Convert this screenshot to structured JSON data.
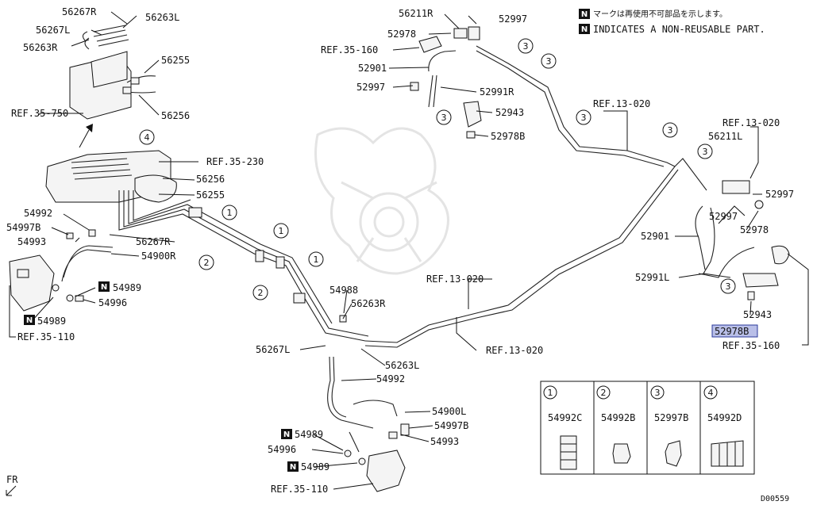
{
  "notes": {
    "jp": "マークは再使用不可部品を示します。",
    "en": "INDICATES A NON-REUSABLE PART.",
    "mark": "N"
  },
  "labels": {
    "p56267R_top": "56267R",
    "p56263L_top": "56263L",
    "p56267L_top": "56267L",
    "p56263R_top": "56263R",
    "p56255_top": "56255",
    "p56256_top": "56256",
    "ref35750": "REF.35-750",
    "ref35230": "REF.35-230",
    "p56256_mid": "56256",
    "p56255_mid": "56255",
    "p54992_l": "54992",
    "p54997B_l": "54997B",
    "p54993_l": "54993",
    "p56267R_mid": "56267R",
    "p54900R": "54900R",
    "p54989_l1": "54989",
    "p54996_l": "54996",
    "p54989_l2": "54989",
    "ref35110_l": "REF.35-110",
    "p56211R": "56211R",
    "p52997_t": "52997",
    "p52978_t": "52978",
    "ref35160_t": "REF.35-160",
    "p52901_t": "52901",
    "p52997_t2": "52997",
    "p52991R": "52991R",
    "p52943_t": "52943",
    "p52978B_t": "52978B",
    "ref13020_a": "REF.13-020",
    "ref13020_b": "REF.13-020",
    "p56211L": "56211L",
    "p52997_r": "52997",
    "p52997_r2": "52997",
    "p52978_r": "52978",
    "p52901_r": "52901",
    "p52991L": "52991L",
    "p52943_r": "52943",
    "p52978B_r": "52978B",
    "ref35160_r": "REF.35-160",
    "ref13020_c": "REF.13-020",
    "ref13020_d": "REF.13-020",
    "p54988": "54988",
    "p56263R_c": "56263R",
    "p56267L_c": "56267L",
    "p56263L_c": "56263L",
    "p54992_c": "54992",
    "p54900L": "54900L",
    "p54997B_c": "54997B",
    "p54989_c1": "54989",
    "p54993_c": "54993",
    "p54996_c": "54996",
    "p54989_c2": "54989",
    "ref35110_c": "REF.35-110",
    "fr": "FR",
    "code": "D00559"
  },
  "callouts": {
    "c1": "1",
    "c2": "2",
    "c3": "3",
    "c4": "4"
  },
  "legend": [
    {
      "num": "1",
      "part": "54992C"
    },
    {
      "num": "2",
      "part": "54992B"
    },
    {
      "num": "3",
      "part": "52997B"
    },
    {
      "num": "4",
      "part": "54992D"
    }
  ],
  "colors": {
    "highlight": "#b9bfe8",
    "line": "#111111"
  }
}
